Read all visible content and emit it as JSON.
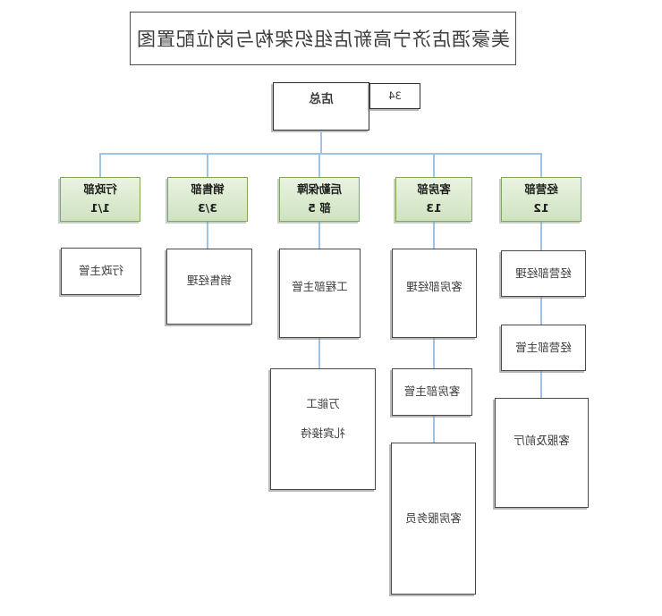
{
  "title": "美豪酒店济宁高新店组织架构与岗位配置图",
  "root": {
    "label": "店总",
    "headcount": "34"
  },
  "colors": {
    "connector": "#9dc3e6",
    "dept_fill_top": "#e9f3e1",
    "dept_fill_bottom": "#cfe3c0",
    "dept_border": "#7ca95e"
  },
  "departments": [
    {
      "line1": "经营部",
      "line2": "12",
      "children": [
        "经营部经理",
        "经营部主管",
        "客服及前厅"
      ]
    },
    {
      "line1": "客房部",
      "line2": "13",
      "children": [
        "客房部经理",
        "客房部主管",
        "客房服务员"
      ]
    },
    {
      "line1": "后勤保障",
      "line2": "部 5",
      "children": [
        "工程部主管",
        "万能工",
        "礼宾接待"
      ]
    },
    {
      "line1": "销售部",
      "line2": "3/3",
      "children": [
        "销售经理"
      ]
    },
    {
      "line1": "行政部",
      "line2": "1/1",
      "children": [
        "行政主管"
      ]
    }
  ]
}
